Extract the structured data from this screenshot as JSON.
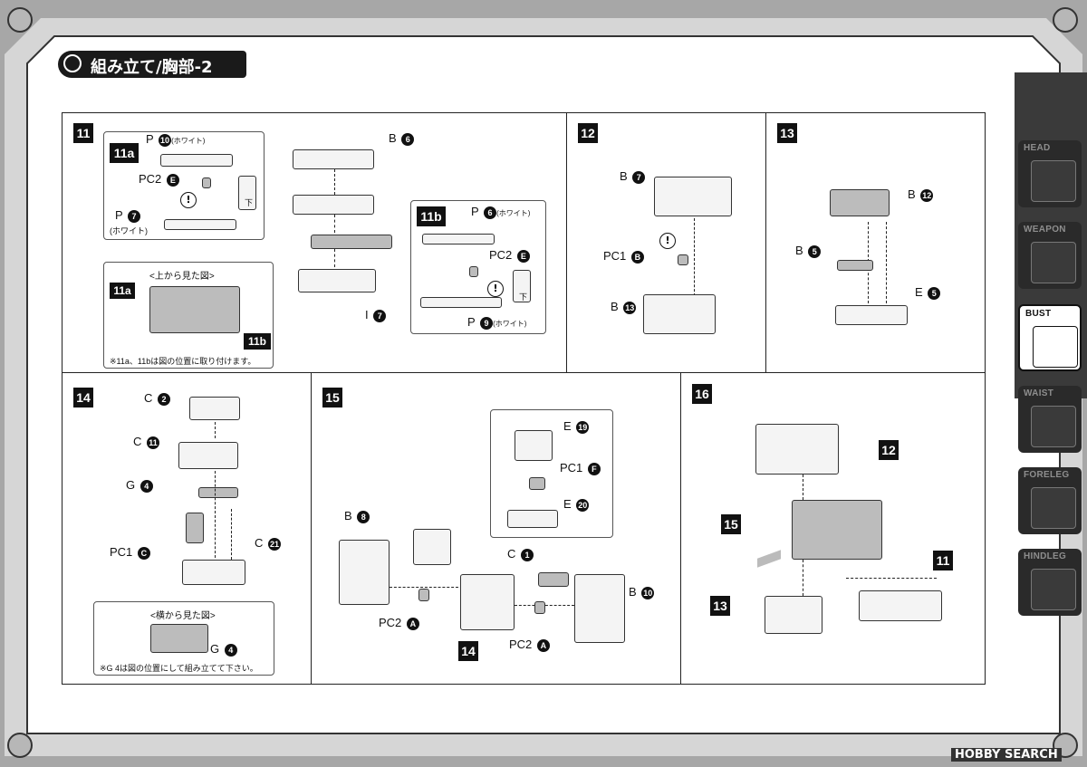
{
  "header": {
    "title": "組み立て/胸部-2"
  },
  "sidebar": {
    "items": [
      {
        "label": "HEAD",
        "active": false
      },
      {
        "label": "WEAPON",
        "active": false
      },
      {
        "label": "BUST",
        "active": true
      },
      {
        "label": "WAIST",
        "active": false
      },
      {
        "label": "FORELEG",
        "active": false
      },
      {
        "label": "HINDLEG",
        "active": false
      }
    ]
  },
  "steps": {
    "s11": {
      "number": "11",
      "sub_a": {
        "tag": "11a",
        "p10": "P",
        "p10_num": "10",
        "p10_note": "(ホワイト)",
        "pc2": "PC2",
        "pc2_code": "E",
        "p7": "P",
        "p7_num": "7",
        "p7_note": "(ホワイト)",
        "down": "下"
      },
      "b6": "B",
      "b6_num": "6",
      "i7_top": "I",
      "i7_top_num": "7",
      "i7": "I",
      "i7_num": "7",
      "view": {
        "caption": "<上から見た図>",
        "tag_a": "11a",
        "tag_b": "11b"
      },
      "footnote": "※11a、11bは図の位置に取り付けます。",
      "sub_b": {
        "tag": "11b",
        "p6": "P",
        "p6_num": "6",
        "p6_note": "(ホワイト)",
        "pc2": "PC2",
        "pc2_code": "E",
        "p9": "P",
        "p9_num": "9",
        "p9_note": "(ホワイト)",
        "down": "下"
      }
    },
    "s12": {
      "number": "12",
      "b7": "B",
      "b7_num": "7",
      "pc1": "PC1",
      "pc1_code": "B",
      "b13": "B",
      "b13_num": "13"
    },
    "s13": {
      "number": "13",
      "b12": "B",
      "b12_num": "12",
      "b5": "B",
      "b5_num": "5",
      "e5": "E",
      "e5_num": "5"
    },
    "s14": {
      "number": "14",
      "c2": "C",
      "c2_num": "2",
      "c11": "C",
      "c11_num": "11",
      "g4": "G",
      "g4_num": "4",
      "pc1": "PC1",
      "pc1_code": "C",
      "c21": "C",
      "c21_num": "21",
      "view": {
        "caption": "<横から見た図>",
        "g4": "G",
        "g4_num": "4"
      },
      "footnote": "※G 4は図の位置にして組み立てて下さい。"
    },
    "s15": {
      "number": "15",
      "e19": "E",
      "e19_num": "19",
      "pc1": "PC1",
      "pc1_code": "F",
      "e20": "E",
      "e20_num": "20",
      "b8": "B",
      "b8_num": "8",
      "c1": "C",
      "c1_num": "1",
      "b10": "B",
      "b10_num": "10",
      "pc2a_left": "PC2",
      "pc2a_left_code": "A",
      "pc2a_right": "PC2",
      "pc2a_right_code": "A",
      "ref14": "14"
    },
    "s16": {
      "number": "16",
      "ref12": "12",
      "ref15": "15",
      "ref13": "13",
      "ref11": "11"
    }
  },
  "footer": {
    "brand": "HOBBY SEARCH"
  }
}
